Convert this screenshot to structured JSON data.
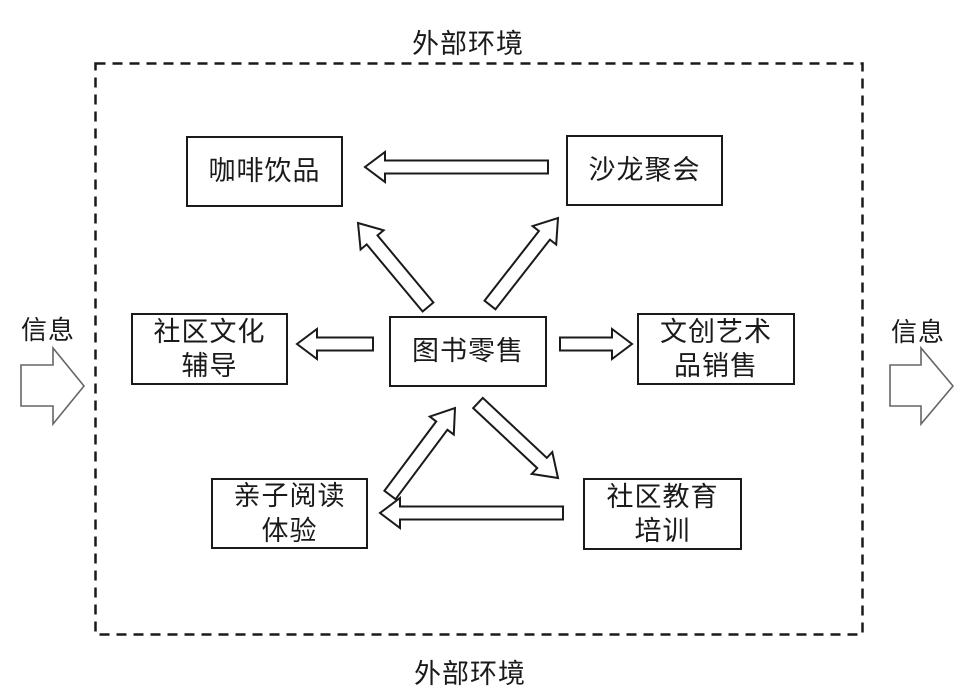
{
  "diagram": {
    "title_top": "外部环境",
    "title_bottom": "外部环境",
    "info_left": "信息",
    "info_right": "信息",
    "nodes": [
      {
        "id": "coffee-drinks",
        "label": "咖啡饮品"
      },
      {
        "id": "salon-gatherings",
        "label": "沙龙聚会"
      },
      {
        "id": "community-culture-tutoring",
        "label": "社区文化\n辅导"
      },
      {
        "id": "book-retail",
        "label": "图书零售"
      },
      {
        "id": "cultural-art-sales",
        "label": "文创艺术\n品销售"
      },
      {
        "id": "parent-child-reading",
        "label": "亲子阅读\n体验"
      },
      {
        "id": "community-education-training",
        "label": "社区教育\n培训"
      }
    ],
    "edges": [
      {
        "from": "book-retail",
        "to": "coffee-drinks"
      },
      {
        "from": "book-retail",
        "to": "salon-gatherings"
      },
      {
        "from": "salon-gatherings",
        "to": "coffee-drinks"
      },
      {
        "from": "book-retail",
        "to": "community-culture-tutoring"
      },
      {
        "from": "book-retail",
        "to": "cultural-art-sales"
      },
      {
        "from": "book-retail",
        "to": "community-education-training"
      },
      {
        "from": "parent-child-reading",
        "to": "book-retail"
      },
      {
        "from": "community-education-training",
        "to": "parent-child-reading"
      }
    ],
    "info_flows": [
      {
        "label": "信息",
        "side": "left",
        "direction": "into-boundary"
      },
      {
        "label": "信息",
        "side": "right",
        "direction": "out-of-boundary"
      }
    ],
    "colors": {
      "line": "#1a1a1a",
      "flow_arrow_stroke": "#666666",
      "background": "#ffffff",
      "text": "#1a1a1a"
    }
  }
}
